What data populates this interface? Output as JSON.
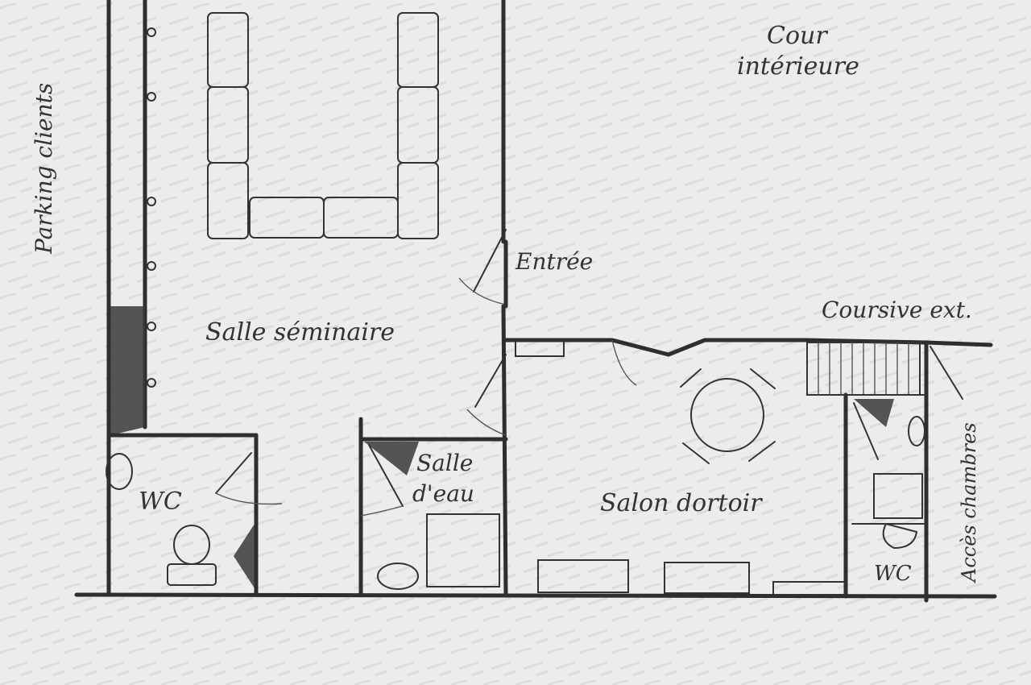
{
  "labels": {
    "parking": "Parking clients",
    "cour_line1": "Cour",
    "cour_line2": "intérieure",
    "entree": "Entrée",
    "salle_seminaire": "Salle séminaire",
    "coursive": "Coursive ext.",
    "wc_left": "WC",
    "salle_eau_line1": "Salle",
    "salle_eau_line2": "d'eau",
    "salon_dortoir": "Salon dortoir",
    "wc_right": "WC",
    "acces_chambres": "Accès chambres"
  },
  "colors": {
    "paper": "#ececea",
    "ink": "#2e2e2e"
  }
}
